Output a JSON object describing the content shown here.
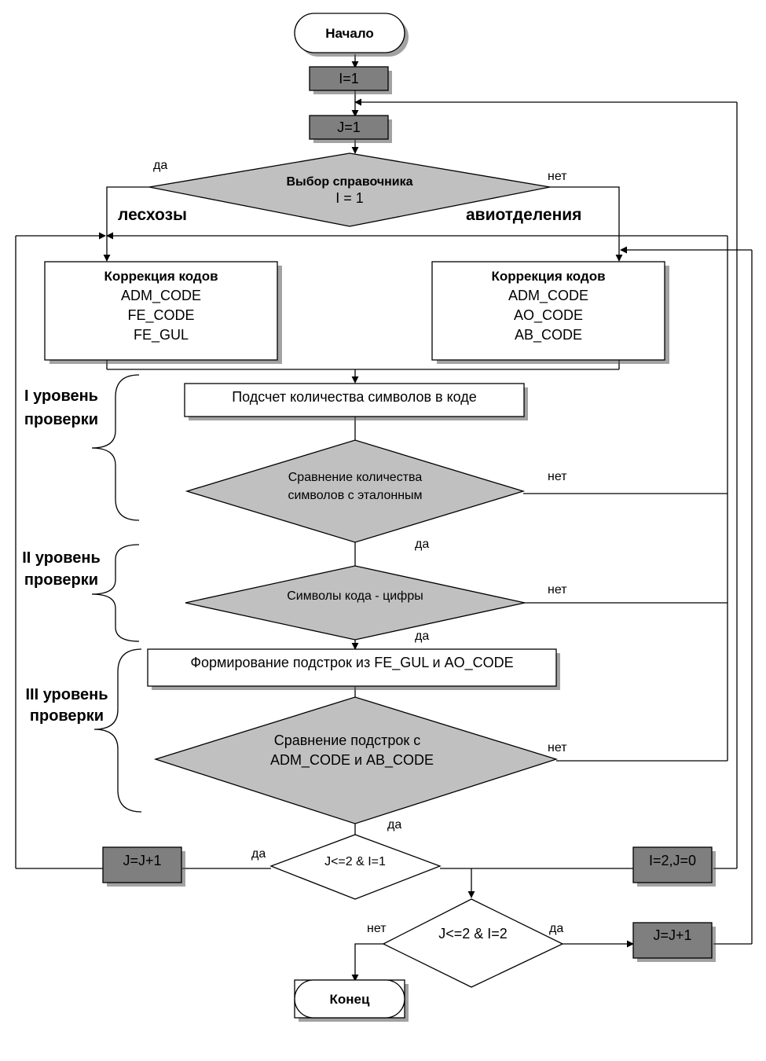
{
  "nodes": {
    "start": "Начало",
    "i_init": "I=1",
    "j_init": "J=1",
    "choice_line1": "Выбор справочника",
    "choice_line2": "I = 1",
    "fix_left_title": "Коррекция кодов",
    "fix_left_l1": "ADM_CODE",
    "fix_left_l2": "FE_CODE",
    "fix_left_l3": "FE_GUL",
    "fix_right_title": "Коррекция кодов",
    "fix_right_l1": "ADM_CODE",
    "fix_right_l2": "AO_CODE",
    "fix_right_l3": "AB_CODE",
    "count": "Подсчет количества символов  в коде",
    "compare_count_l1": "Сравнение количества",
    "compare_count_l2": "символов с эталонным",
    "digits": "Символы кода - цифры",
    "substr": "Формирование подстрок из FE_GUL и AO_CODE",
    "compare_sub_l1": "Сравнение подстрок с",
    "compare_sub_l2": "ADM_CODE и AB_CODE",
    "loop1": "J<=2 & I=1",
    "loop2": "J<=2 & I=2",
    "j_inc_left": "J=J+1",
    "i2j0": "I=2,J=0",
    "j_inc_right": "J=J+1",
    "end": "Конец"
  },
  "labels": {
    "yes_choice": "да",
    "no_choice": "нет",
    "branch_left": "лесхозы",
    "branch_right": "авиотделения",
    "no_count": "нет",
    "yes_count": "да",
    "no_digits": "нет",
    "yes_digits": "да",
    "no_sub": "нет",
    "yes_sub": "да",
    "yes_loop1": "да",
    "no_loop2": "нет",
    "yes_loop2": "да"
  },
  "levels": {
    "l1_a": "I уровень",
    "l1_b": "проверки",
    "l2_a": "II уровень",
    "l2_b": "проверки",
    "l3_a": "III уровень",
    "l3_b": "проверки"
  },
  "colors": {
    "dark_box": "#7f7f7f",
    "diamond_fill": "#c0c0c0",
    "line": "#000000"
  }
}
